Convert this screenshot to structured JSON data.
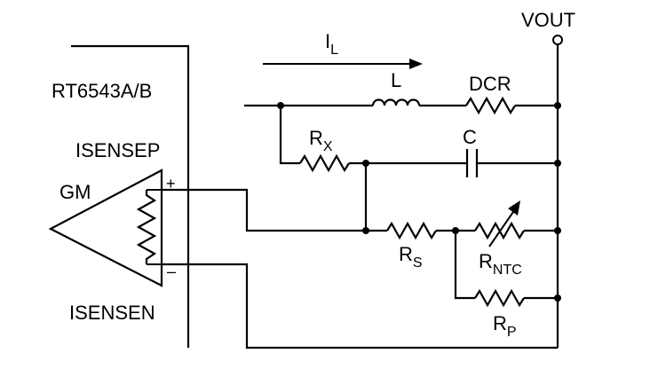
{
  "ic": {
    "part_label": "RT6543A/B",
    "pin_isensep": "ISENSEP",
    "pin_isensen": "ISENSEN",
    "amp_label": "GM",
    "plus_sign": "+",
    "minus_sign": "–"
  },
  "output": {
    "label": "VOUT"
  },
  "current": {
    "main": "I",
    "sub": "L"
  },
  "components": {
    "inductor": {
      "label": "L"
    },
    "dcr": {
      "label": "DCR"
    },
    "capacitor": {
      "label": "C"
    },
    "rx": {
      "main": "R",
      "sub": "X"
    },
    "rs": {
      "main": "R",
      "sub": "S"
    },
    "rntc": {
      "main": "R",
      "sub": "NTC"
    },
    "rp": {
      "main": "R",
      "sub": "P"
    }
  }
}
